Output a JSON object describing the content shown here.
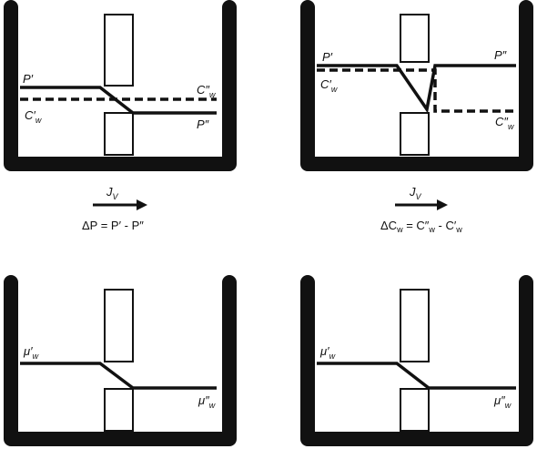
{
  "panels": {
    "top_left": {
      "upper_left_label": {
        "base": "P",
        "sup": "′",
        "sub": ""
      },
      "upper_right_label": {
        "base": "C",
        "sup": "″",
        "sub": "w"
      },
      "lower_left_label": {
        "base": "C",
        "sup": "′",
        "sub": "w"
      },
      "lower_right_label": {
        "base": "P",
        "sup": "″",
        "sub": ""
      },
      "flux_label": {
        "base": "J",
        "sub": "V"
      },
      "equation": {
        "pre": "ΔP = P′ - P″",
        "sub1": "",
        "mid": "",
        "sub2": "",
        "post": ""
      }
    },
    "top_right": {
      "upper_left_label": {
        "base": "P",
        "sup": "′",
        "sub": ""
      },
      "upper_right_label": {
        "base": "P",
        "sup": "″",
        "sub": ""
      },
      "lower_left_label": {
        "base": "C",
        "sup": "′",
        "sub": "w"
      },
      "lower_right_label": {
        "base": "C",
        "sup": "″",
        "sub": "w"
      },
      "flux_label": {
        "base": "J",
        "sub": "V"
      },
      "equation": {
        "pre": "ΔC",
        "sub1": "w",
        "mid": " = C″",
        "sub2": "w",
        "post": " - C′",
        "sub3": "w"
      }
    },
    "bottom_left": {
      "left_label": {
        "base": "μ",
        "sup": "′",
        "sub": "w"
      },
      "right_label": {
        "base": "μ",
        "sup": "″",
        "sub": "w"
      }
    },
    "bottom_right": {
      "left_label": {
        "base": "μ",
        "sup": "′",
        "sub": "w"
      },
      "right_label": {
        "base": "μ",
        "sup": "″",
        "sub": "w"
      }
    }
  }
}
